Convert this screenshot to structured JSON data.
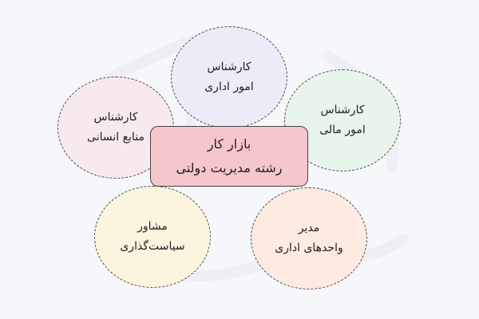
{
  "center": {
    "line1": "بازار کار",
    "line2": "رشته مدیریت دولتی"
  },
  "nodes": {
    "top": {
      "line1": "کارشناس",
      "line2": "امور اداری"
    },
    "left": {
      "line1": "کارشناس",
      "line2": "منابع انسانی"
    },
    "right": {
      "line1": "کارشناس",
      "line2": "امور مالی"
    },
    "bottom_left": {
      "line1": "مشاور",
      "line2": "سیاست‌گذاری"
    },
    "bottom_right": {
      "line1": "مدیر",
      "line2": "واحدهای اداری"
    }
  },
  "colors": {
    "center_fill": "#f6c6cd",
    "top_fill": "#ecebf7",
    "left_fill": "#f7e9ee",
    "right_fill": "#e8f5ea",
    "bottom_left_fill": "#fbf5e0",
    "bottom_right_fill": "#fdebe2"
  }
}
